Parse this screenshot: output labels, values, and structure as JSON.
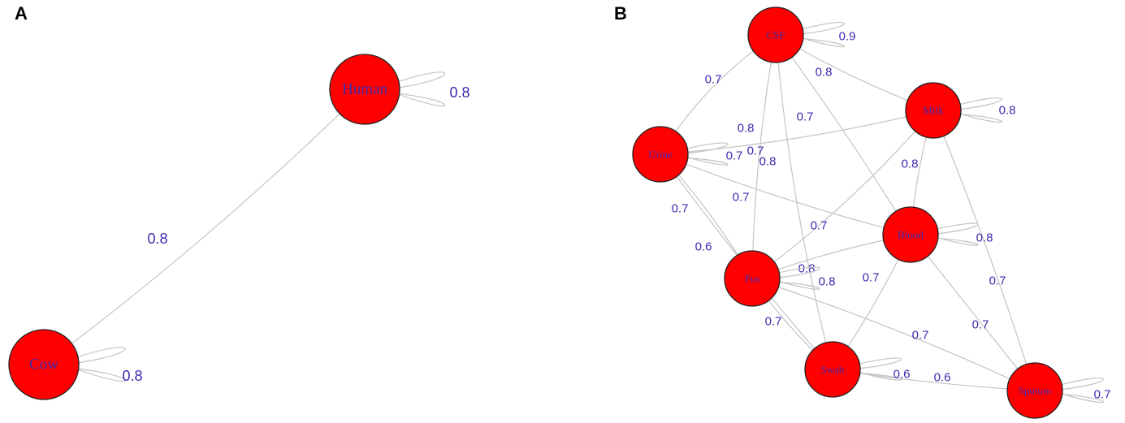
{
  "panels": [
    {
      "id": "A",
      "label": "A",
      "node_color": "#ff0000",
      "nodes": [
        {
          "id": "Human",
          "label": "Human"
        },
        {
          "id": "Cow",
          "label": "Cow"
        }
      ],
      "self_loops": [
        {
          "node": "Human",
          "weight": "0.8"
        },
        {
          "node": "Cow",
          "weight": "0.8"
        }
      ],
      "edges": [
        {
          "from": "Human",
          "to": "Cow",
          "weight": "0.8"
        }
      ]
    },
    {
      "id": "B",
      "label": "B",
      "node_color": "#ff0000",
      "nodes": [
        {
          "id": "CSF",
          "label": "CSF"
        },
        {
          "id": "Milk",
          "label": "Milk"
        },
        {
          "id": "Urine",
          "label": "Urine"
        },
        {
          "id": "Blood",
          "label": "Blood"
        },
        {
          "id": "Pus",
          "label": "Pus"
        },
        {
          "id": "Swab",
          "label": "Swab"
        },
        {
          "id": "Sputum",
          "label": "Sputum"
        }
      ],
      "self_loops": [
        {
          "node": "CSF",
          "weight": "0.9"
        },
        {
          "node": "Milk",
          "weight": "0.8"
        },
        {
          "node": "Urine",
          "weight": "0.7"
        },
        {
          "node": "Blood",
          "weight": "0.8"
        },
        {
          "node": "Pus",
          "weight": "0.8"
        },
        {
          "node": "Swab",
          "weight": "0.6"
        },
        {
          "node": "Sputum",
          "weight": "0.7"
        }
      ],
      "edges": [
        {
          "from": "CSF",
          "to": "Urine",
          "weight": "0.7"
        },
        {
          "from": "CSF",
          "to": "Milk",
          "weight": "0.8"
        },
        {
          "from": "CSF",
          "to": "Pus",
          "weight": "0.8"
        },
        {
          "from": "CSF",
          "to": "Blood",
          "weight": "0.7"
        },
        {
          "from": "CSF",
          "to": "Swab",
          "weight": "0.8"
        },
        {
          "from": "Urine",
          "to": "Milk",
          "weight": "0.7"
        },
        {
          "from": "Urine",
          "to": "Blood",
          "weight": "0.7"
        },
        {
          "from": "Urine",
          "to": "Pus",
          "weight": "0.7"
        },
        {
          "from": "Urine",
          "to": "Swab",
          "weight": "0.6"
        },
        {
          "from": "Milk",
          "to": "Blood",
          "weight": "0.8"
        },
        {
          "from": "Milk",
          "to": "Pus",
          "weight": "0.7"
        },
        {
          "from": "Milk",
          "to": "Sputum",
          "weight": "0.7"
        },
        {
          "from": "Blood",
          "to": "Pus",
          "weight": "0.8"
        },
        {
          "from": "Blood",
          "to": "Swab",
          "weight": "0.7"
        },
        {
          "from": "Blood",
          "to": "Sputum",
          "weight": "0.7"
        },
        {
          "from": "Pus",
          "to": "Swab",
          "weight": "0.7"
        },
        {
          "from": "Pus",
          "to": "Sputum",
          "weight": "0.7"
        },
        {
          "from": "Swab",
          "to": "Sputum",
          "weight": "0.6"
        }
      ]
    }
  ]
}
